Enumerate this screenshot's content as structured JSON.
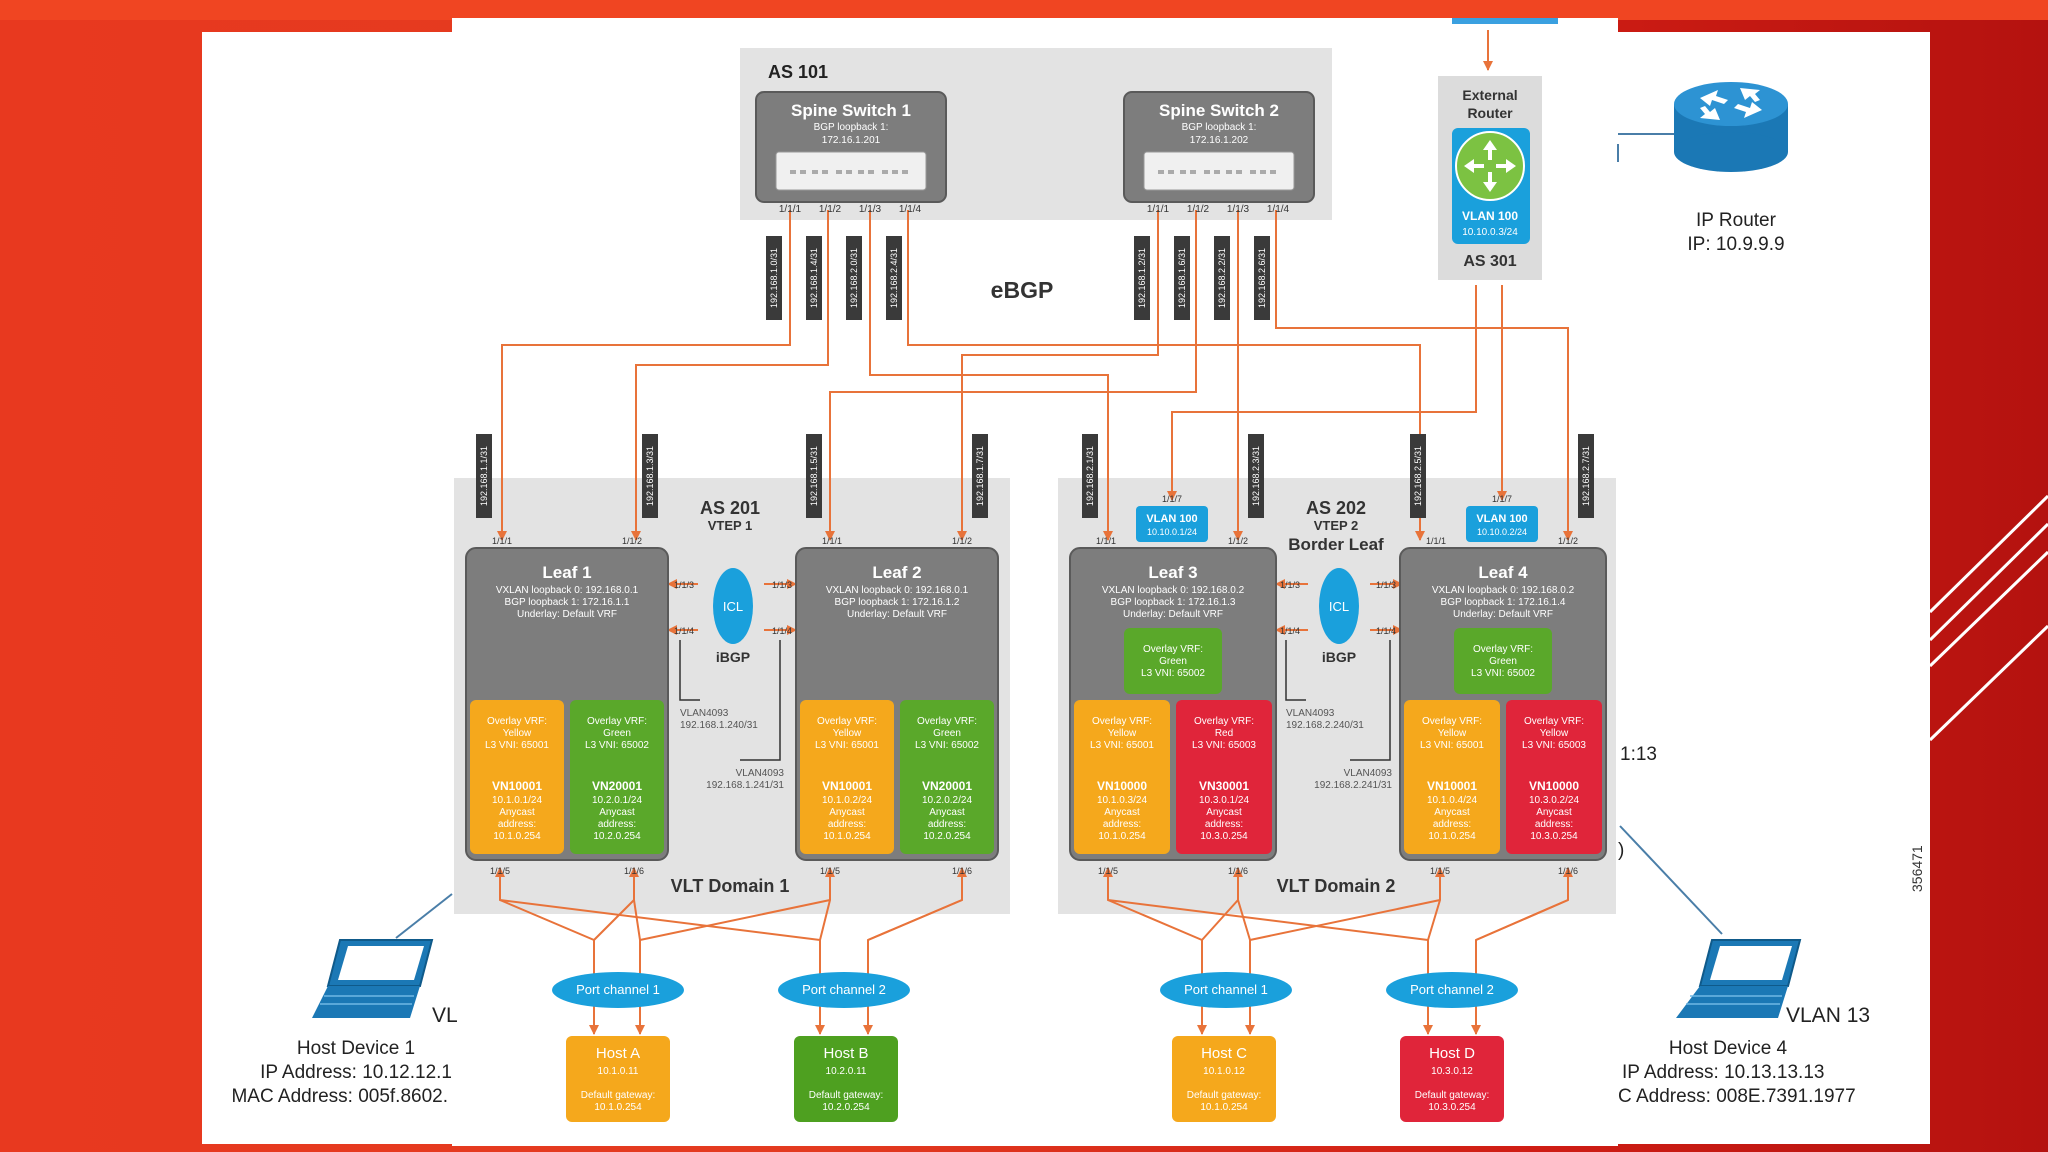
{
  "diagram": {
    "as101": "AS 101",
    "ebgp": "eBGP",
    "spines": [
      {
        "name": "Spine Switch 1",
        "line1": "BGP loopback 1:",
        "line2": "172.16.1.201",
        "ports": [
          "1/1/1",
          "1/1/2",
          "1/1/3",
          "1/1/4"
        ]
      },
      {
        "name": "Spine Switch 2",
        "line1": "BGP loopback 1:",
        "line2": "172.16.1.202",
        "ports": [
          "1/1/1",
          "1/1/2",
          "1/1/3",
          "1/1/4"
        ]
      }
    ],
    "spine_link_labels": [
      "192.168.1.0/31",
      "192.168.1.4/31",
      "192.168.2.0/31",
      "192.168.2.4/31",
      "192.168.1.2/31",
      "192.168.1.6/31",
      "192.168.2.2/31",
      "192.168.2.6/31"
    ],
    "external_router": {
      "title1": "External",
      "title2": "Router",
      "vlan": "VLAN 100",
      "subnet": "10.10.0.3/24",
      "as": "AS 301"
    },
    "ip_router": {
      "name": "IP Router",
      "ip": "IP: 10.9.9.9"
    },
    "domain1": {
      "as": "AS 201",
      "vtep": "VTEP 1",
      "name": "VLT Domain 1",
      "icl": "ICL",
      "ibgp": "iBGP",
      "vlan_a": "VLAN4093",
      "net_a": "192.168.1.240/31",
      "vlan_b": "VLAN4093",
      "net_b": "192.168.1.241/31",
      "uplink_labels": [
        "192.168.1.1/31",
        "192.168.1.3/31",
        "192.168.1.5/31",
        "192.168.1.7/31"
      ]
    },
    "domain2": {
      "as": "AS 202",
      "vtep": "VTEP 2",
      "role": "Border Leaf",
      "name": "VLT Domain 2",
      "icl": "ICL",
      "ibgp": "iBGP",
      "vlan_a": "VLAN4093",
      "net_a": "192.168.2.240/31",
      "vlan_b": "VLAN4093",
      "net_b": "192.168.2.241/31",
      "uplink_labels": [
        "192.168.2.1/31",
        "192.168.2.3/31",
        "192.168.2.5/31",
        "192.168.2.7/31"
      ]
    },
    "leaves": [
      {
        "name": "Leaf 1",
        "l1": "VXLAN loopback 0: 192.168.0.1",
        "l2": "BGP loopback 1: 172.16.1.1",
        "l3": "Underlay: Default VRF",
        "vrfs": [
          {
            "t": "Overlay VRF:",
            "v": "Yellow",
            "vni": "L3 VNI: 65001",
            "vn": "VN10001",
            "net": "10.1.0.1/24",
            "a1": "Anycast",
            "a2": "address:",
            "a3": "10.1.0.254",
            "color": "#f5a81c"
          },
          {
            "t": "Overlay VRF:",
            "v": "Green",
            "vni": "L3 VNI: 65002",
            "vn": "VN20001",
            "net": "10.2.0.1/24",
            "a1": "Anycast",
            "a2": "address:",
            "a3": "10.2.0.254",
            "color": "#5aa82a"
          }
        ]
      },
      {
        "name": "Leaf 2",
        "l1": "VXLAN loopback 0: 192.168.0.1",
        "l2": "BGP loopback 1: 172.16.1.2",
        "l3": "Underlay: Default VRF",
        "vrfs": [
          {
            "t": "Overlay VRF:",
            "v": "Yellow",
            "vni": "L3 VNI: 65001",
            "vn": "VN10001",
            "net": "10.1.0.2/24",
            "a1": "Anycast",
            "a2": "address:",
            "a3": "10.1.0.254",
            "color": "#f5a81c"
          },
          {
            "t": "Overlay VRF:",
            "v": "Green",
            "vni": "L3 VNI: 65002",
            "vn": "VN20001",
            "net": "10.2.0.2/24",
            "a1": "Anycast",
            "a2": "address:",
            "a3": "10.2.0.254",
            "color": "#5aa82a"
          }
        ]
      },
      {
        "name": "Leaf 3",
        "l1": "VXLAN loopback 0: 192.168.0.2",
        "l2": "BGP loopback 1: 172.16.1.3",
        "l3": "Underlay: Default VRF",
        "green": {
          "t": "Overlay VRF:",
          "v": "Green",
          "vni": "L3 VNI: 65002"
        },
        "vrfs": [
          {
            "t": "Overlay VRF:",
            "v": "Yellow",
            "vni": "L3 VNI: 65001",
            "vn": "VN10000",
            "net": "10.1.0.3/24",
            "a1": "Anycast",
            "a2": "address:",
            "a3": "10.1.0.254",
            "color": "#f5a81c"
          },
          {
            "t": "Overlay VRF:",
            "v": "Red",
            "vni": "L3 VNI: 65003",
            "vn": "VN30001",
            "net": "10.3.0.1/24",
            "a1": "Anycast",
            "a2": "address:",
            "a3": "10.3.0.254",
            "color": "#e0253a"
          }
        ]
      },
      {
        "name": "Leaf 4",
        "l1": "VXLAN loopback 0: 192.168.0.2",
        "l2": "BGP loopback 1: 172.16.1.4",
        "l3": "Underlay: Default VRF",
        "green": {
          "t": "Overlay VRF:",
          "v": "Green",
          "vni": "L3 VNI: 65002"
        },
        "vrfs": [
          {
            "t": "Overlay VRF:",
            "v": "Yellow",
            "vni": "L3 VNI: 65001",
            "vn": "VN10001",
            "net": "10.1.0.4/24",
            "a1": "Anycast",
            "a2": "address:",
            "a3": "10.1.0.254",
            "color": "#f5a81c"
          },
          {
            "t": "Overlay VRF:",
            "v": "Yellow",
            "vni": "L3 VNI: 65003",
            "vn": "VN10000",
            "net": "10.3.0.2/24",
            "a1": "Anycast",
            "a2": "address:",
            "a3": "10.3.0.254",
            "color": "#e0253a"
          }
        ]
      }
    ],
    "leaf_ports": {
      "up1": "1/1/1",
      "up2": "1/1/2",
      "icl1": "1/1/3",
      "icl2": "1/1/4",
      "down1": "1/1/5",
      "down2": "1/1/6",
      "ext": "1/1/7"
    },
    "border_vlans": [
      {
        "vlan": "VLAN 100",
        "net": "10.10.0.1/24"
      },
      {
        "vlan": "VLAN 100",
        "net": "10.10.0.2/24"
      }
    ],
    "port_channels": [
      "Port channel 1",
      "Port channel 2",
      "Port channel 1",
      "Port channel 2"
    ],
    "hosts": [
      {
        "name": "Host A",
        "ip": "10.1.0.11",
        "gw1": "Default gateway:",
        "gw2": "10.1.0.254",
        "color": "#f5a81c"
      },
      {
        "name": "Host B",
        "ip": "10.2.0.11",
        "gw1": "Default gateway:",
        "gw2": "10.2.0.254",
        "color": "#4ea020"
      },
      {
        "name": "Host C",
        "ip": "10.1.0.12",
        "gw1": "Default gateway:",
        "gw2": "10.1.0.254",
        "color": "#f5a81c"
      },
      {
        "name": "Host D",
        "ip": "10.3.0.12",
        "gw1": "Default gateway:",
        "gw2": "10.3.0.254",
        "color": "#e0253a"
      }
    ],
    "host_device_1": {
      "vlan": "VL",
      "name": "Host Device 1",
      "ip": "IP Address: 10.12.12.1",
      "mac": "MAC Address: 005f.8602."
    },
    "host_device_4": {
      "vlan": "VLAN 13",
      "name": "Host Device 4",
      "ip": "IP Address: 10.13.13.13",
      "mac": "C Address: 008E.7391.1977"
    },
    "side_text_1": "1:13",
    "side_text_2": ")",
    "figure_id": "356471"
  }
}
